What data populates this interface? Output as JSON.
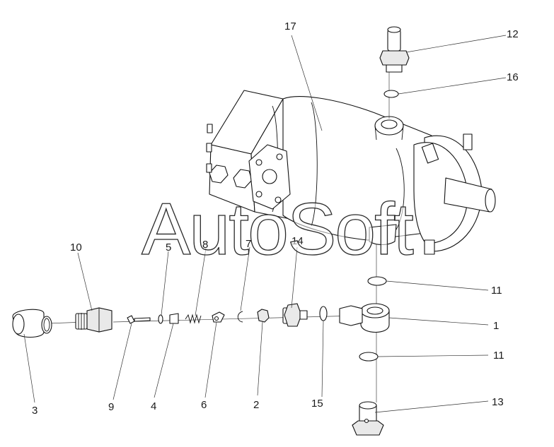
{
  "diagram": {
    "watermark": "AutoSoft",
    "callouts": [
      {
        "id": "c1",
        "text": "1"
      },
      {
        "id": "c2",
        "text": "2"
      },
      {
        "id": "c3",
        "text": "3"
      },
      {
        "id": "c4",
        "text": "4"
      },
      {
        "id": "c5",
        "text": "5"
      },
      {
        "id": "c6",
        "text": "6"
      },
      {
        "id": "c7",
        "text": "7"
      },
      {
        "id": "c8",
        "text": "8"
      },
      {
        "id": "c9",
        "text": "9"
      },
      {
        "id": "c10",
        "text": "10"
      },
      {
        "id": "c11a",
        "text": "11"
      },
      {
        "id": "c11b",
        "text": "11"
      },
      {
        "id": "c12",
        "text": "12"
      },
      {
        "id": "c13",
        "text": "13"
      },
      {
        "id": "c14",
        "text": "14"
      },
      {
        "id": "c15",
        "text": "15"
      },
      {
        "id": "c16",
        "text": "16"
      },
      {
        "id": "c17",
        "text": "17"
      }
    ]
  }
}
